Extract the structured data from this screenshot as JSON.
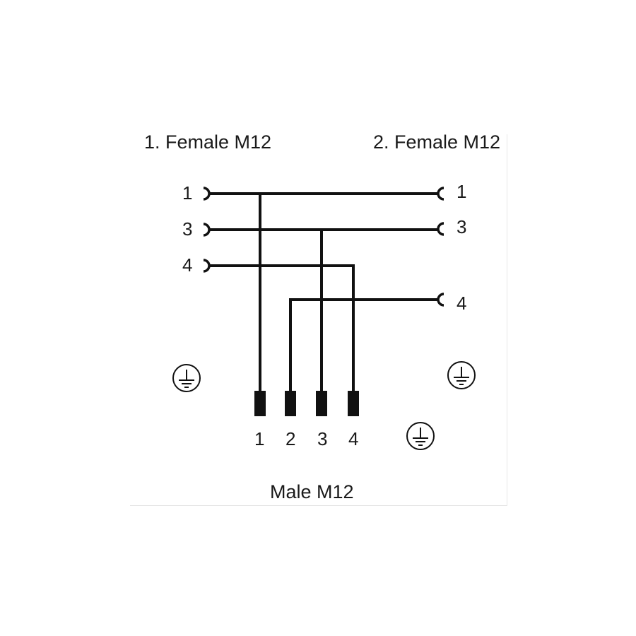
{
  "connectors": {
    "female1": {
      "title": "1. Female M12",
      "pins": [
        "1",
        "3",
        "4"
      ]
    },
    "female2": {
      "title": "2. Female M12",
      "pins": [
        "1",
        "3",
        "4"
      ]
    },
    "male": {
      "title": "Male M12",
      "pins": [
        "1",
        "2",
        "3",
        "4"
      ]
    }
  },
  "icons": {
    "ground": "ground-symbol-icon",
    "female_contact": "female-socket-icon",
    "male_contact": "male-pin-icon"
  },
  "colors": {
    "line": "#111111",
    "text": "#1a1a1a",
    "background": "#ffffff"
  }
}
